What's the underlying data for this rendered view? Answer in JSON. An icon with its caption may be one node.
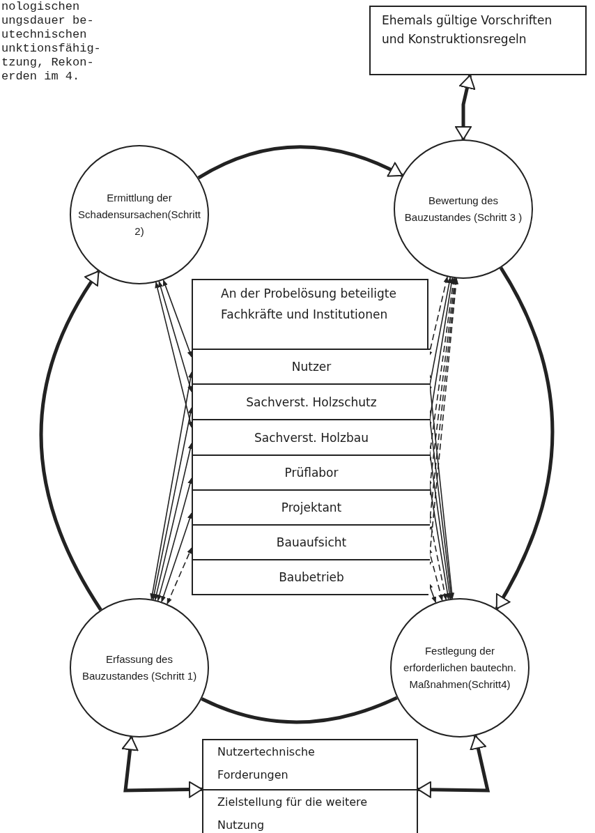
{
  "diagram": {
    "nodes": [
      {
        "text": [
          "Ehemals gültige Vorschriften und Konstruktionsregeln"
        ]
      },
      {
        "text": [
          "Ermittlung der Schadensursachen(Schritt 2)"
        ]
      },
      {
        "text": [
          "Bewertung des Bauzustandes (Schritt 3 )"
        ]
      },
      {
        "text": [
          "An der Probelösung beteiligte Fachkräfte und Institutionen"
        ]
      },
      {
        "text": [
          "Nutzer"
        ],
        "in": 3
      },
      {
        "text": [
          "Sachverst. Holzschutz"
        ],
        "in": 3
      },
      {
        "text": [
          "Sachverst. Holzbau"
        ],
        "in": 3
      },
      {
        "text": [
          "Prüflabor"
        ],
        "in": 3
      },
      {
        "text": [
          "Projektant"
        ],
        "in": 3
      },
      {
        "text": [
          "Bauaufsicht"
        ],
        "in": 3
      },
      {
        "text": [
          "Baubetrieb"
        ],
        "in": 3
      },
      {
        "text": [
          "Erfassung des Bauzustandes (Schritt 1)"
        ]
      },
      {
        "text": [
          "Festlegung der erforderlichen bautechn. Maßnahmen(Schritt4)"
        ]
      },
      {
        "text": [
          "Nutzertechnische Forderungen",
          "Zielstellung für die weitere Nutzung"
        ]
      }
    ],
    "edges": [
      {
        "from": 0,
        "to": 2,
        "arrow": "both",
        "style": "thick"
      },
      {
        "from": 1,
        "to": 2,
        "arrow": "to",
        "style": "thick"
      },
      {
        "from": 2,
        "to": 12,
        "arrow": "to",
        "style": "thick"
      },
      {
        "from": 12,
        "to": 11,
        "arrow": "none",
        "style": "thick"
      },
      {
        "from": 11,
        "to": 1,
        "arrow": "to",
        "style": "thick"
      },
      {
        "from": 1,
        "to": 4,
        "arrow": "both"
      },
      {
        "from": 1,
        "to": 5,
        "arrow": "both"
      },
      {
        "from": 1,
        "to": 6,
        "arrow": "both"
      },
      {
        "from": 11,
        "to": 4,
        "arrow": "both"
      },
      {
        "from": 11,
        "to": 5,
        "arrow": "both"
      },
      {
        "from": 11,
        "to": 6,
        "arrow": "both"
      },
      {
        "from": 11,
        "to": 7,
        "arrow": "both"
      },
      {
        "from": 11,
        "to": 8,
        "arrow": "both"
      },
      {
        "from": 11,
        "to": 9,
        "arrow": "both",
        "style": "dashed"
      },
      {
        "from": 2,
        "to": 4,
        "arrow": "both",
        "style": "dashed"
      },
      {
        "from": 2,
        "to": 5,
        "arrow": "both"
      },
      {
        "from": 2,
        "to": 6,
        "arrow": "both"
      },
      {
        "from": 2,
        "to": 7,
        "arrow": "both",
        "style": "dashed"
      },
      {
        "from": 2,
        "to": 8,
        "arrow": "both",
        "style": "dashed"
      },
      {
        "from": 2,
        "to": 9,
        "arrow": "both",
        "style": "dashed"
      },
      {
        "from": 2,
        "to": 10,
        "arrow": "both",
        "style": "dashed"
      },
      {
        "from": 12,
        "to": 4,
        "arrow": "both"
      },
      {
        "from": 12,
        "to": 5,
        "arrow": "both"
      },
      {
        "from": 12,
        "to": 6,
        "arrow": "both"
      },
      {
        "from": 12,
        "to": 7,
        "arrow": "both"
      },
      {
        "from": 12,
        "to": 8,
        "arrow": "both",
        "style": "dashed"
      },
      {
        "from": 12,
        "to": 9,
        "arrow": "both",
        "style": "dashed"
      },
      {
        "from": 12,
        "to": 10,
        "arrow": "both"
      },
      {
        "from": 13,
        "to": 11,
        "arrow": "both",
        "style": "thick"
      },
      {
        "from": 13,
        "to": 12,
        "arrow": "both",
        "style": "thick"
      }
    ],
    "labels": [
      "nologischen",
      "ungsdauer be-",
      "utechnischen",
      "unktionsfähig-",
      "tzung, Rekon-",
      "erden im 4."
    ]
  }
}
